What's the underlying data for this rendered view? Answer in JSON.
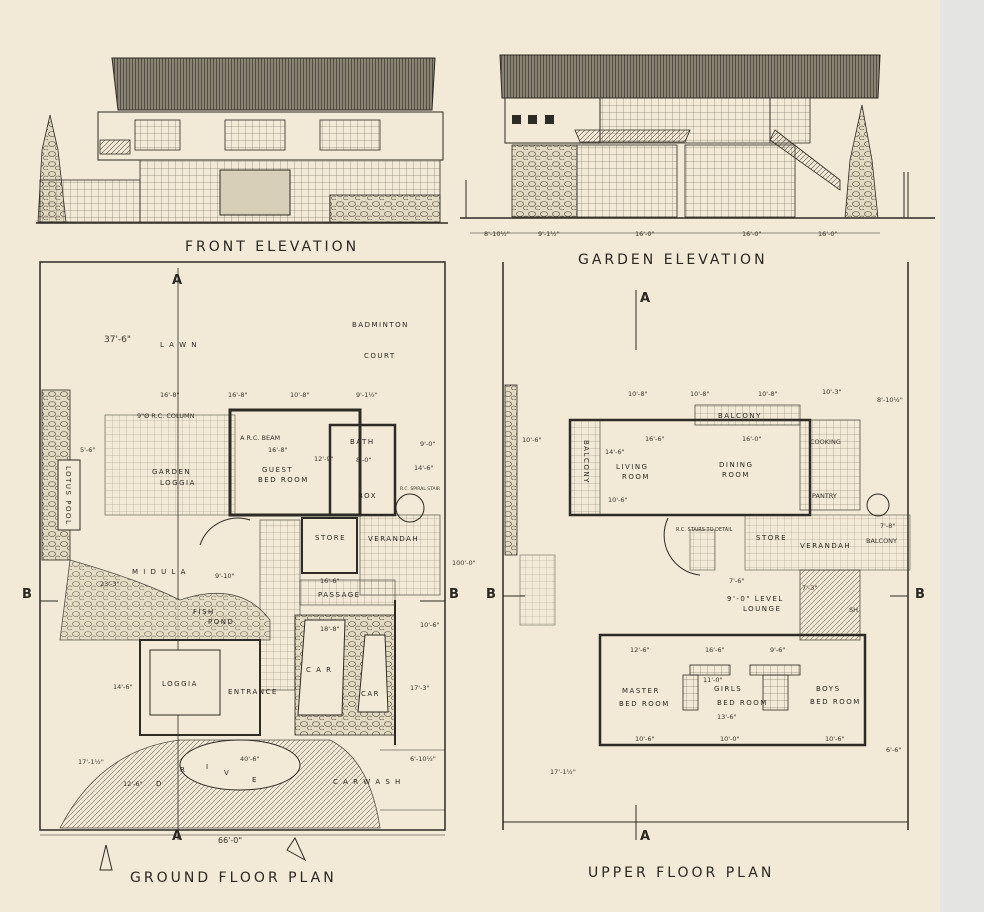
{
  "front_elevation": {
    "title": "FRONT ELEVATION"
  },
  "garden_elevation": {
    "title": "GARDEN ELEVATION",
    "dimensions": [
      "8'-10½\"",
      "9'-1½\"",
      "16'-0\"",
      "16'-0\"",
      "16'-0\""
    ]
  },
  "ground_floor": {
    "title": "GROUND FLOOR PLAN",
    "section_marks": {
      "a_top": "A",
      "a_bottom": "A",
      "b_left": "B",
      "b_right": "B"
    },
    "rooms": {
      "lawn": "L A W N",
      "badminton": "BADMINTON",
      "court": "COURT",
      "column": "9\"Ø R.C. COLUMN",
      "beam": "A R.C. BEAM",
      "garden_loggia_1": "GARDEN",
      "garden_loggia_2": "LOGGIA",
      "lotus_pool": "LOTUS POOL",
      "guest_1": "GUEST",
      "guest_2": "BED ROOM",
      "bath": "BATH",
      "box": "BOX",
      "spiral": "R.C. SPIRAL STAIR",
      "store": "STORE",
      "verandah": "VERANDAH",
      "midula": "M I D U L A",
      "passage": "PASSAGE",
      "fish_1": "FISH",
      "fish_2": "POND",
      "loggia": "LOGGIA",
      "entrance": "ENTRANCE",
      "car_1": "C A R",
      "car_2": "CAR",
      "drive_r": "R",
      "drive_i": "I",
      "drive_v": "V",
      "drive_e": "E",
      "drive_d": "D",
      "car_wash": "C A R   W A S H"
    },
    "dimensions": {
      "d1": "37'-6\"",
      "d2": "16'-8\"",
      "d3": "16'-8\"",
      "d4": "10'-8\"",
      "d5": "9'-1½\"",
      "d6": "16'-8\"",
      "d7": "12'-9\"",
      "d8": "8'-0\"",
      "d9": "14'-6\"",
      "d10": "23'-3\"",
      "d11": "9'-10\"",
      "d12": "16'-6\"",
      "d13": "100'-0\"",
      "d14": "18'-8\"",
      "d15": "14'-6\"",
      "d16": "17'-3\"",
      "d17": "17'-1½\"",
      "d18": "40'-6\"",
      "d19": "12'-6\"",
      "d20": "6'-10½\"",
      "d21": "66'-0\"",
      "d22": "10'-6\"",
      "d23": "5'-6\"",
      "d24": "9'-0\""
    }
  },
  "upper_floor": {
    "title": "UPPER FLOOR PLAN",
    "section_marks": {
      "a_top": "A",
      "a_bottom": "A",
      "b_left": "B",
      "b_right": "B"
    },
    "rooms": {
      "balcony_top": "BALCONY",
      "balcony_side": "BALCONY",
      "living_1": "LIVING",
      "living_2": "ROOM",
      "dining_1": "DINING",
      "dining_2": "ROOM",
      "cooking": "COOKING",
      "pantry": "PANTRY",
      "stairs": "R.C. STAIRS TO DETAIL",
      "store": "STORE",
      "verandah": "VERANDAH",
      "balcony_right": "BALCONY",
      "lounge_1": "9'-0\" LEVEL",
      "lounge_2": "LOUNGE",
      "master_1": "MASTER",
      "master_2": "BED ROOM",
      "girls_1": "GIRLS",
      "girls_2": "BED ROOM",
      "boys_1": "BOYS",
      "boys_2": "BED ROOM",
      "sh": "SH"
    },
    "dimensions": {
      "u1": "10'-8\"",
      "u2": "10'-8\"",
      "u3": "10'-8\"",
      "u4": "10'-3\"",
      "u5": "8'-10½\"",
      "u6": "10'-6\"",
      "u7": "16'-6\"",
      "u8": "16'-0\"",
      "u9": "14'-6\"",
      "u10": "7'-6\"",
      "u11": "7'-3\"",
      "u12": "12'-6\"",
      "u13": "16'-6\"",
      "u14": "9'-6\"",
      "u15": "11'-0\"",
      "u16": "13'-6\"",
      "u17": "10'-6\"",
      "u18": "10'-0\"",
      "u19": "10'-6\"",
      "u20": "17'-1½\"",
      "u21": "10'-6\"",
      "u22": "6'-6\"",
      "u23": "7'-8\""
    }
  }
}
